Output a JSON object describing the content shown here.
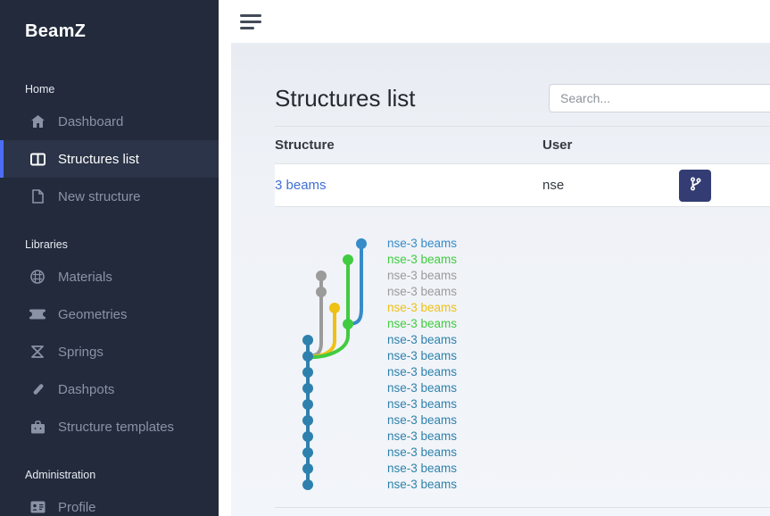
{
  "app": {
    "name": "BeamZ"
  },
  "colors": {
    "sidebar_bg": "#222a3c",
    "sidebar_active_bg": "#2b3448",
    "accent": "#4c6ef5",
    "git_button_bg": "#333d73",
    "link": "#3f6fd8",
    "panel_bg": "#f0f3f8",
    "border": "#dee2e6"
  },
  "sidebar": {
    "logo": "BeamZ",
    "sections": [
      {
        "label": "Home",
        "items": [
          {
            "label": "Dashboard",
            "icon": "home-icon",
            "active": false
          },
          {
            "label": "Structures list",
            "icon": "columns-icon",
            "active": true
          },
          {
            "label": "New structure",
            "icon": "file-icon",
            "active": false
          }
        ]
      },
      {
        "label": "Libraries",
        "items": [
          {
            "label": "Materials",
            "icon": "sphere-icon",
            "active": false
          },
          {
            "label": "Geometries",
            "icon": "beam-section-icon",
            "active": false
          },
          {
            "label": "Springs",
            "icon": "spring-icon",
            "active": false
          },
          {
            "label": "Dashpots",
            "icon": "vial-icon",
            "active": false
          },
          {
            "label": "Structure templates",
            "icon": "toolbox-icon",
            "active": false
          }
        ]
      },
      {
        "label": "Administration",
        "items": [
          {
            "label": "Profile",
            "icon": "id-card-icon",
            "active": false
          }
        ]
      }
    ]
  },
  "topbar": {
    "menu_icon": "hamburger-icon"
  },
  "page": {
    "title": "Structures list",
    "search_placeholder": "Search..."
  },
  "table": {
    "columns": {
      "structure": "Structure",
      "user": "User"
    },
    "rows": [
      {
        "structure": "3 beams",
        "user": "nse",
        "action_icon": "git-branch-icon"
      }
    ]
  },
  "graph": {
    "branch_colors": {
      "blue": "#378bc8",
      "green": "#41cb41",
      "gray": "#9b9b9b",
      "yellow": "#eec114",
      "teal": "#2e81ad"
    },
    "commits": [
      {
        "branch": "blue",
        "label": "nse-3 beams"
      },
      {
        "branch": "green",
        "label": "nse-3 beams"
      },
      {
        "branch": "gray",
        "label": "nse-3 beams"
      },
      {
        "branch": "gray",
        "label": "nse-3 beams"
      },
      {
        "branch": "yellow",
        "label": "nse-3 beams"
      },
      {
        "branch": "green",
        "label": "nse-3 beams"
      },
      {
        "branch": "teal",
        "label": "nse-3 beams"
      },
      {
        "branch": "teal",
        "label": "nse-3 beams"
      },
      {
        "branch": "teal",
        "label": "nse-3 beams"
      },
      {
        "branch": "teal",
        "label": "nse-3 beams"
      },
      {
        "branch": "teal",
        "label": "nse-3 beams"
      },
      {
        "branch": "teal",
        "label": "nse-3 beams"
      },
      {
        "branch": "teal",
        "label": "nse-3 beams"
      },
      {
        "branch": "teal",
        "label": "nse-3 beams"
      },
      {
        "branch": "teal",
        "label": "nse-3 beams"
      },
      {
        "branch": "teal",
        "label": "nse-3 beams"
      }
    ]
  }
}
